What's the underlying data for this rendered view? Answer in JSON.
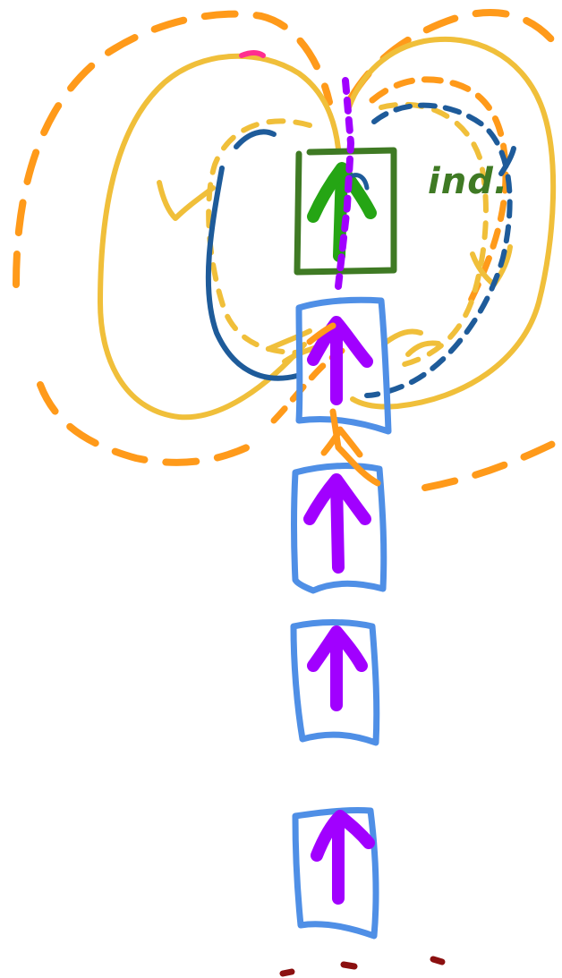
{
  "annotation": {
    "label": "ind."
  },
  "colors": {
    "orange": "#ff9a1a",
    "yellow": "#f0bf3a",
    "blue_field": "#1e5b9a",
    "green": "#3f7a24",
    "bright_green": "#25a514",
    "purple": "#a100ff",
    "light_blue": "#4f8fe6",
    "dark_red": "#8b1010",
    "pink": "#ff2f8f"
  },
  "diagram": {
    "elements": [
      "outer-orange-dashed-field-lines",
      "inner-yellow-field-loops",
      "dark-blue-field-lines",
      "green-induced-dipole-box",
      "stack-of-light-blue-dipole-boxes",
      "purple-dipole-arrows",
      "purple-dashed-axis",
      "dark-red-dots"
    ]
  }
}
